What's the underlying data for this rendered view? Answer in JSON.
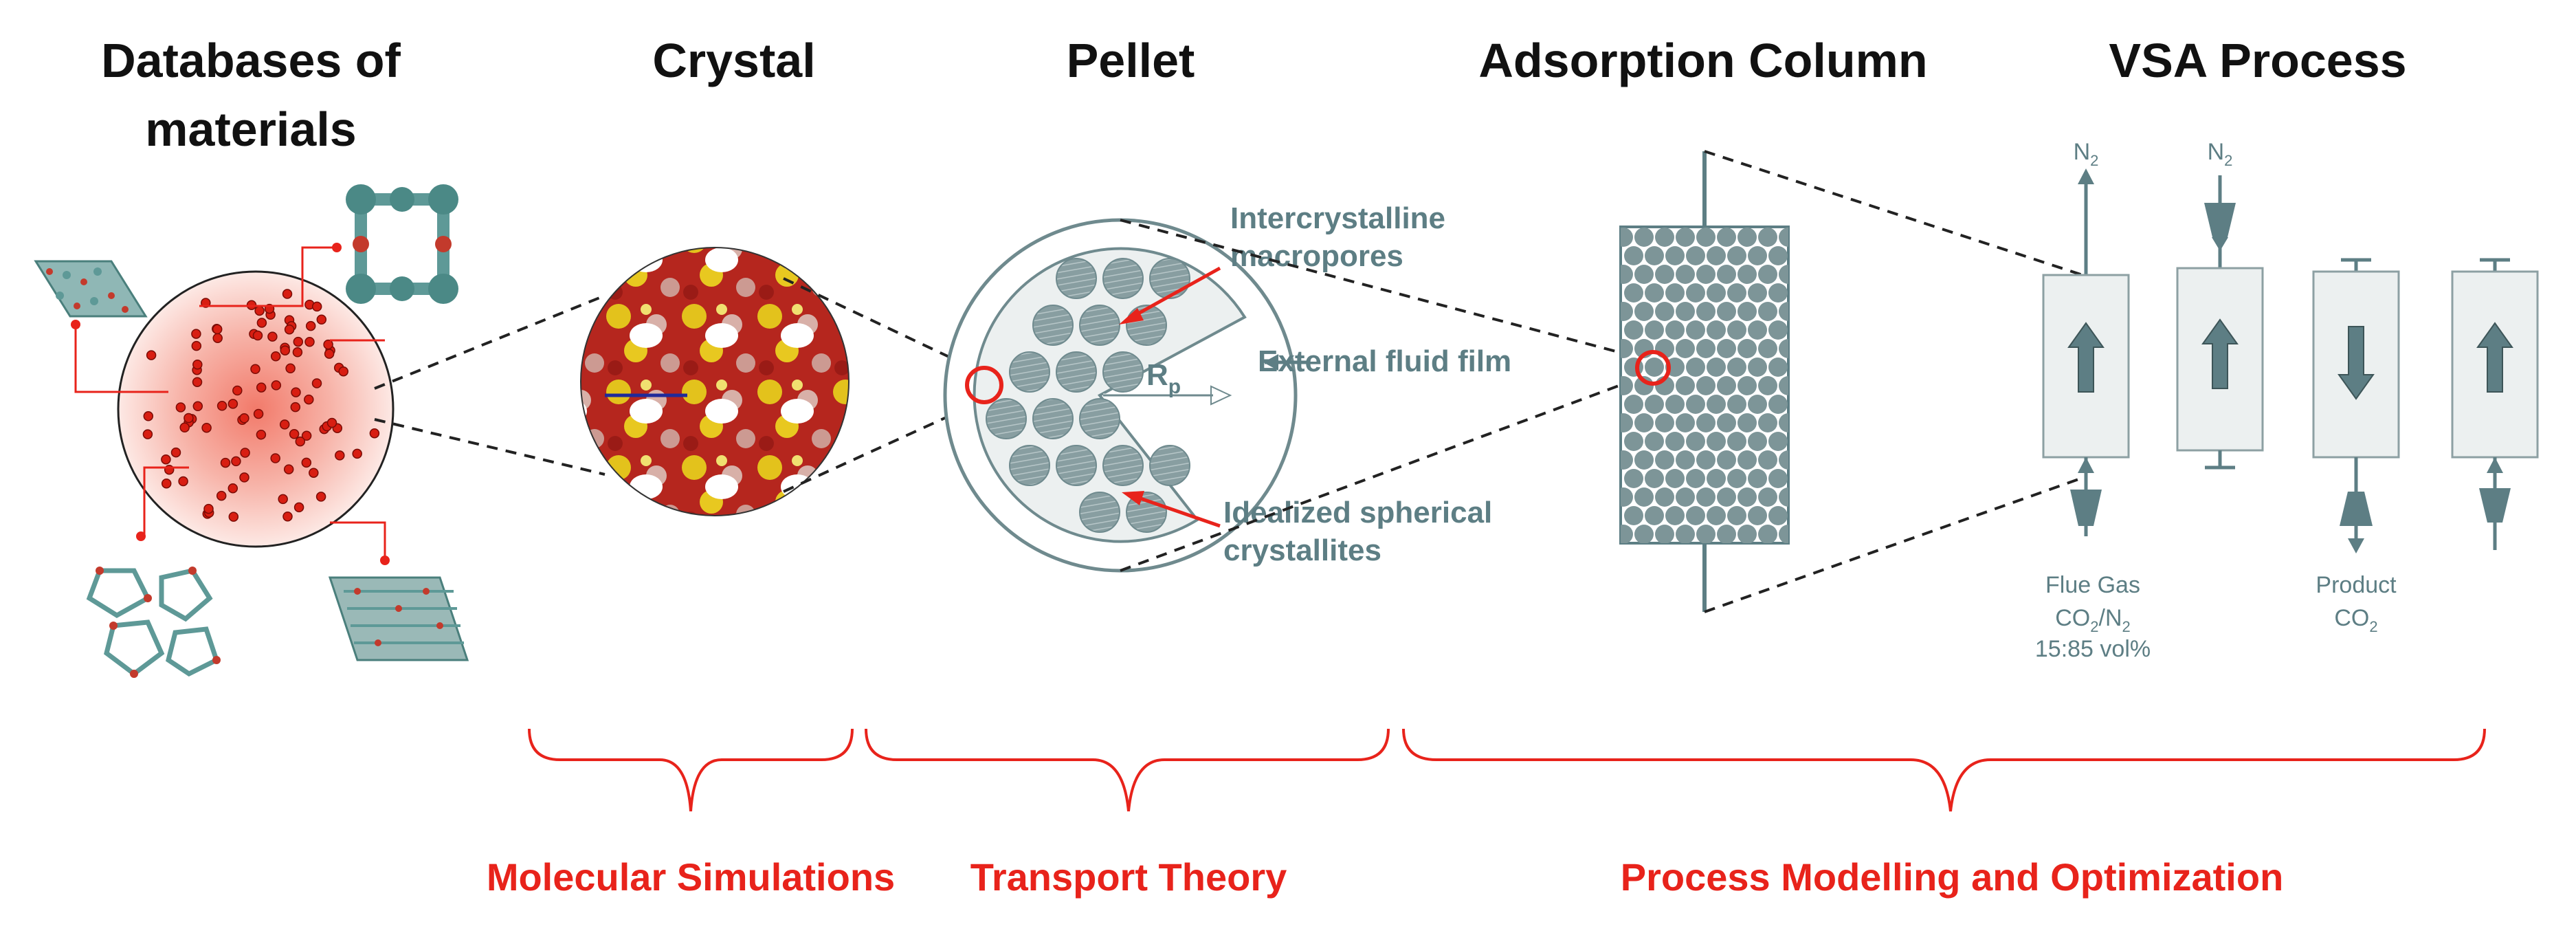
{
  "headers": {
    "databases_line1": "Databases of",
    "databases_line2": "materials",
    "crystal": "Crystal",
    "pellet": "Pellet",
    "column": "Adsorption Column",
    "vsa": "VSA Process"
  },
  "pellet": {
    "intercrystalline_line1": "Intercrystalline",
    "intercrystalline_line2": "macropores",
    "external_film": "External fluid film",
    "idealized_line1": "Idealized spherical",
    "idealized_line2": "crystallites",
    "radius_symbol": "R",
    "radius_subscript": "p"
  },
  "vsa": {
    "n2_symbol": "N",
    "n2_sub": "2",
    "flue_gas": "Flue Gas",
    "co2_part": "CO",
    "co2_sub": "2",
    "slash_n": "/N",
    "n_sub": "2",
    "composition": "15:85 vol%",
    "product": "Product",
    "product_co": "CO",
    "product_co_sub": "2"
  },
  "categories": {
    "molecular": "Molecular Simulations",
    "transport": "Transport Theory",
    "process": "Process Modelling and Optimization"
  },
  "colors": {
    "accent_red": "#e8231b",
    "slate": "#5d7e84",
    "particle": "#7d9598",
    "box_fill": "#ecf0f0"
  }
}
